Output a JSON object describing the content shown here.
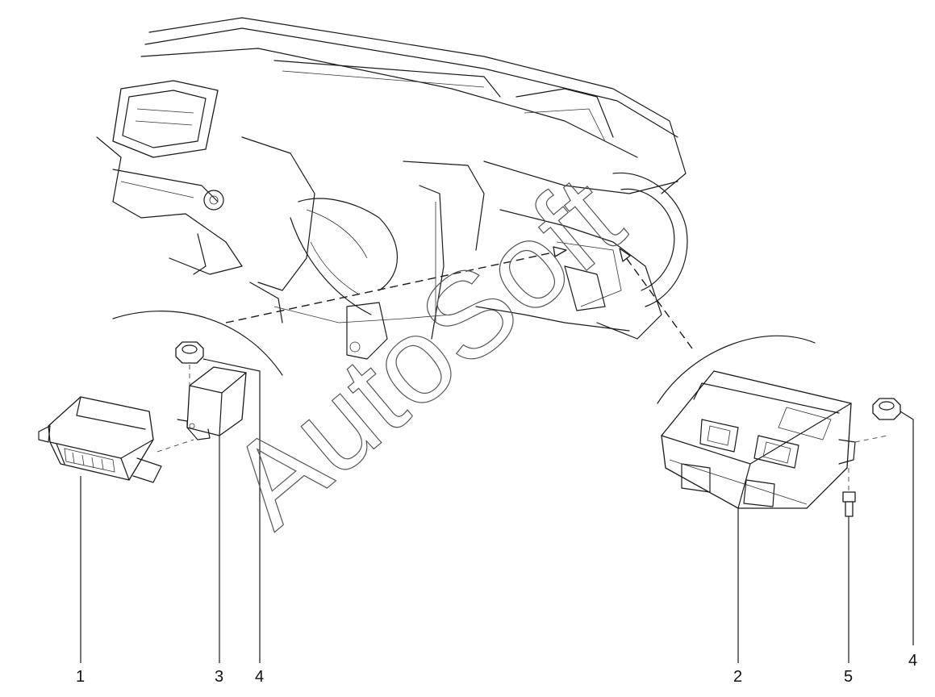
{
  "callouts": [
    {
      "id": "1",
      "label": "1"
    },
    {
      "id": "3",
      "label": "3"
    },
    {
      "id": "4a",
      "label": "4"
    },
    {
      "id": "2",
      "label": "2"
    },
    {
      "id": "5",
      "label": "5"
    },
    {
      "id": "4b",
      "label": "4"
    }
  ],
  "watermark": "AutoSoft"
}
